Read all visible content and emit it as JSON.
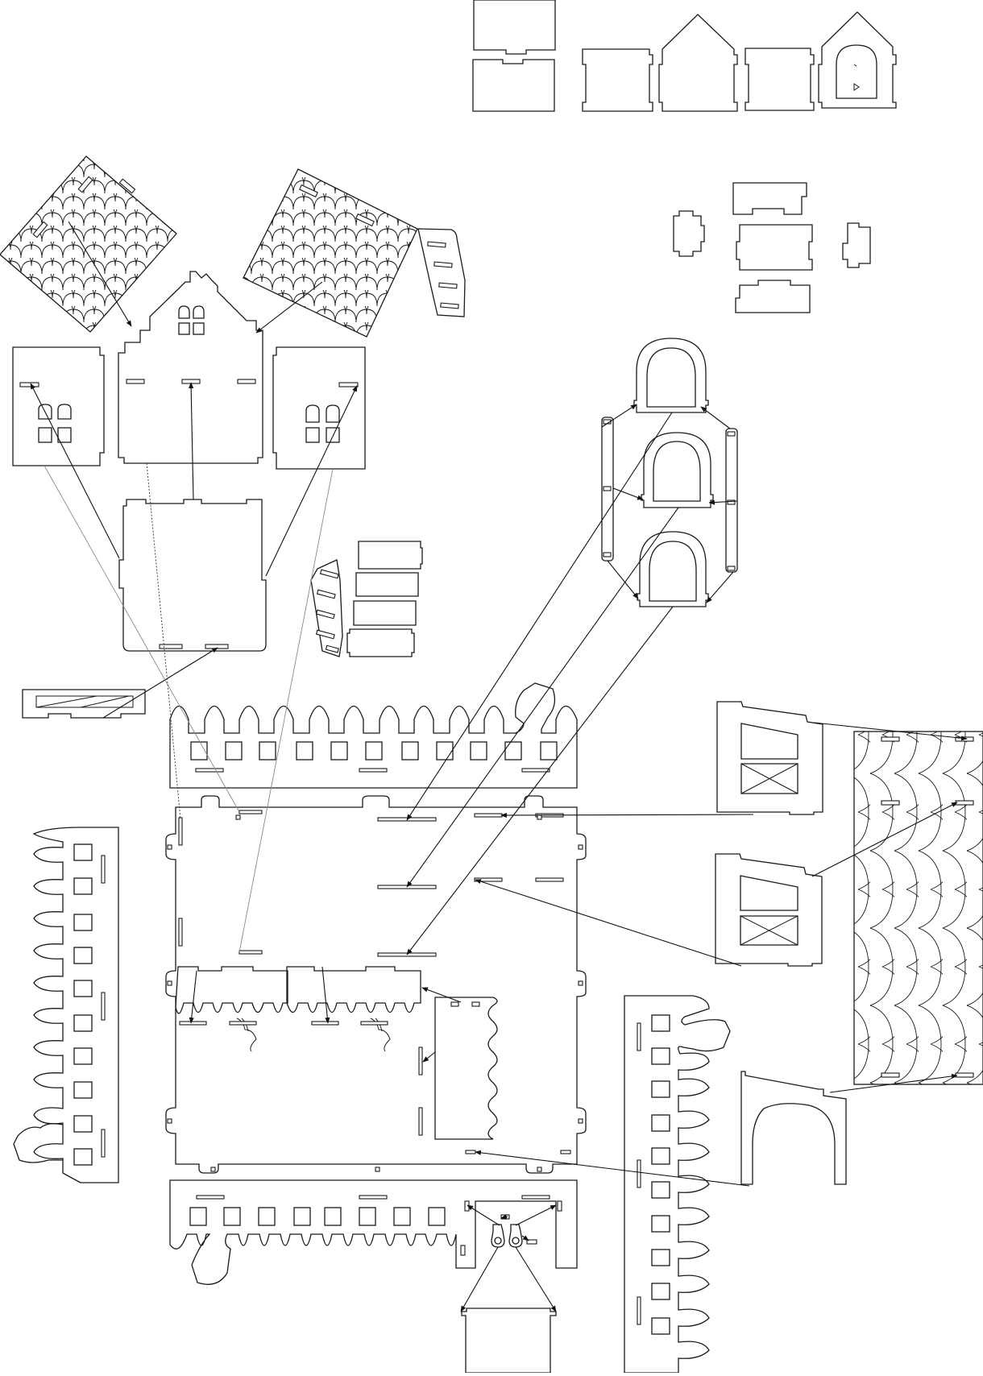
{
  "sheet": {
    "background": "#ffffff",
    "line_color": "#1a1a1a",
    "arrow_color": "#111111",
    "guide_color": "#8a8a8a"
  },
  "parts": {
    "top_boxes": {
      "count": 2
    },
    "small_wall_panels": {
      "count": 4
    },
    "roof_scale_panels": {
      "count": 3
    },
    "gate_arches": {
      "count": 3
    },
    "battlement_walls": {
      "count": 4
    },
    "tower_wall_panels": {
      "count": 2
    }
  }
}
